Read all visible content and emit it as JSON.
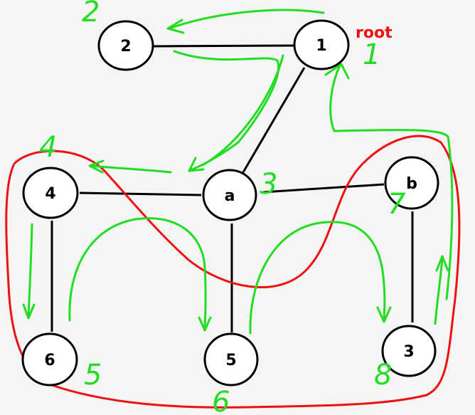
{
  "colors": {
    "background": "#f5f5f5",
    "node_fill": "#ffffff",
    "node_stroke": "#000000",
    "edge": "#000000",
    "annotation": "#22dd22",
    "highlight": "#ee1111"
  },
  "root_label": "root",
  "nodes": [
    {
      "id": "n1",
      "label": "1"
    },
    {
      "id": "n2",
      "label": "2"
    },
    {
      "id": "na",
      "label": "a"
    },
    {
      "id": "n4",
      "label": "4"
    },
    {
      "id": "nb",
      "label": "b"
    },
    {
      "id": "n6",
      "label": "6"
    },
    {
      "id": "n5",
      "label": "5"
    },
    {
      "id": "n3",
      "label": "3"
    }
  ],
  "discovery_numbers": [
    {
      "id": "d1",
      "label": "1"
    },
    {
      "id": "d2",
      "label": "2"
    },
    {
      "id": "d3",
      "label": "3"
    },
    {
      "id": "d4",
      "label": "4"
    },
    {
      "id": "d5",
      "label": "5"
    },
    {
      "id": "d6",
      "label": "6"
    },
    {
      "id": "d7",
      "label": "7"
    },
    {
      "id": "d8",
      "label": "8"
    }
  ]
}
